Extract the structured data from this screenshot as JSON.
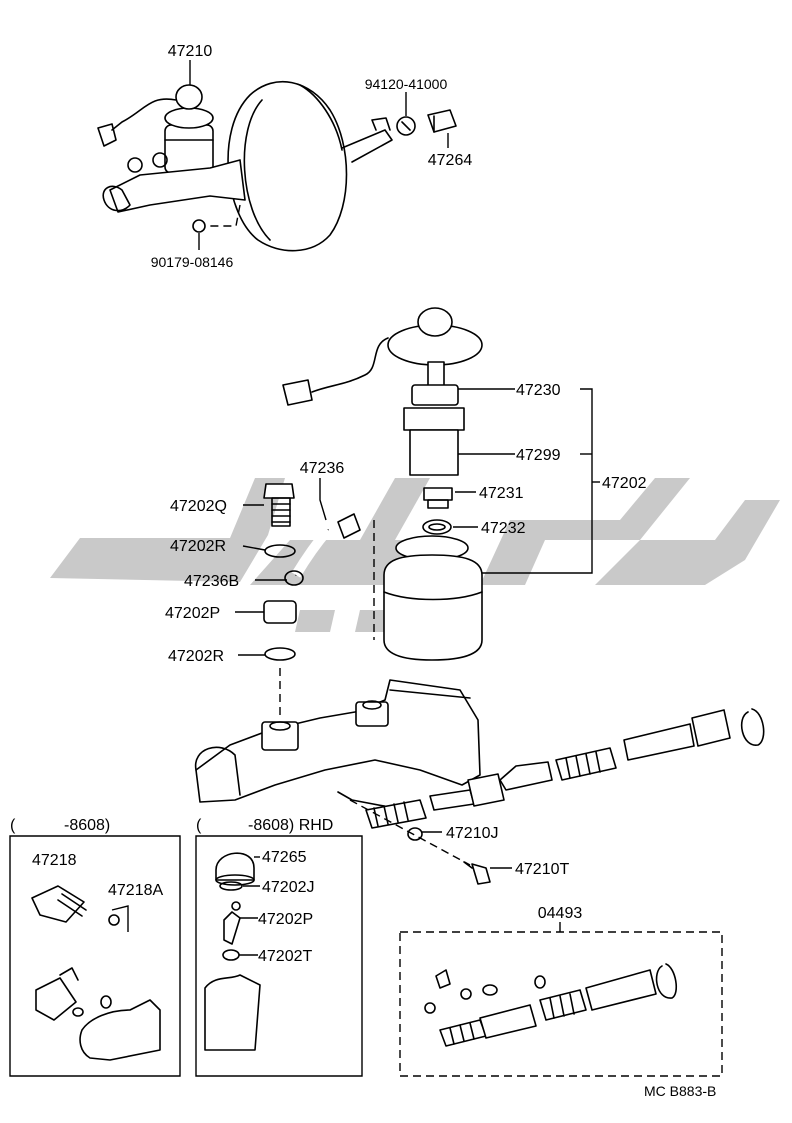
{
  "watermark": {
    "color": "#c9c9c9"
  },
  "labels": {
    "p47210": "47210",
    "p94120": "94120-41000",
    "p47264": "47264",
    "p90179": "90179-08146",
    "p47230": "47230",
    "p47299": "47299",
    "p47231": "47231",
    "p47202": "47202",
    "p47232": "47232",
    "p47236": "47236",
    "p47202Q": "47202Q",
    "p47202R_top": "47202R",
    "p47236B": "47236B",
    "p47202P": "47202P",
    "p47202R_bottom": "47202R",
    "p47210J": "47210J",
    "p47210T": "47210T"
  },
  "inset_left": {
    "range_open": "(",
    "range": "-8608)",
    "p47218": "47218",
    "p47218A": "47218A"
  },
  "inset_middle": {
    "range_open": "(",
    "range": "-8608) RHD",
    "p47265": "47265",
    "p47202J": "47202J",
    "p47202P": "47202P",
    "p47202T": "47202T"
  },
  "kit": {
    "label": "04493"
  },
  "footer": {
    "code": "MC  B883-B"
  }
}
